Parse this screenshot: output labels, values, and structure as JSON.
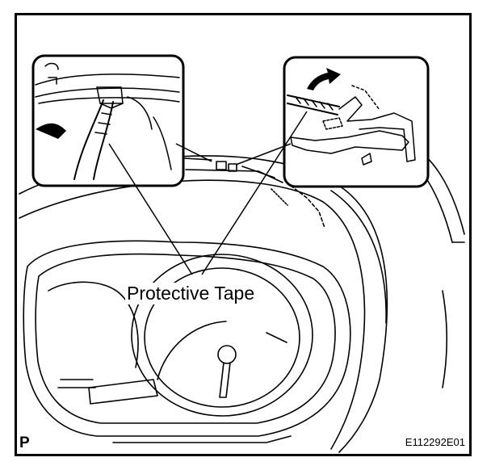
{
  "diagram": {
    "callout_label": "Protective Tape",
    "corner_letter": "P",
    "figure_id": "E112292E01"
  },
  "colors": {
    "line": "#000000",
    "background": "#ffffff"
  },
  "icons": {
    "rotation_arrow": "curved-arrow-icon"
  }
}
